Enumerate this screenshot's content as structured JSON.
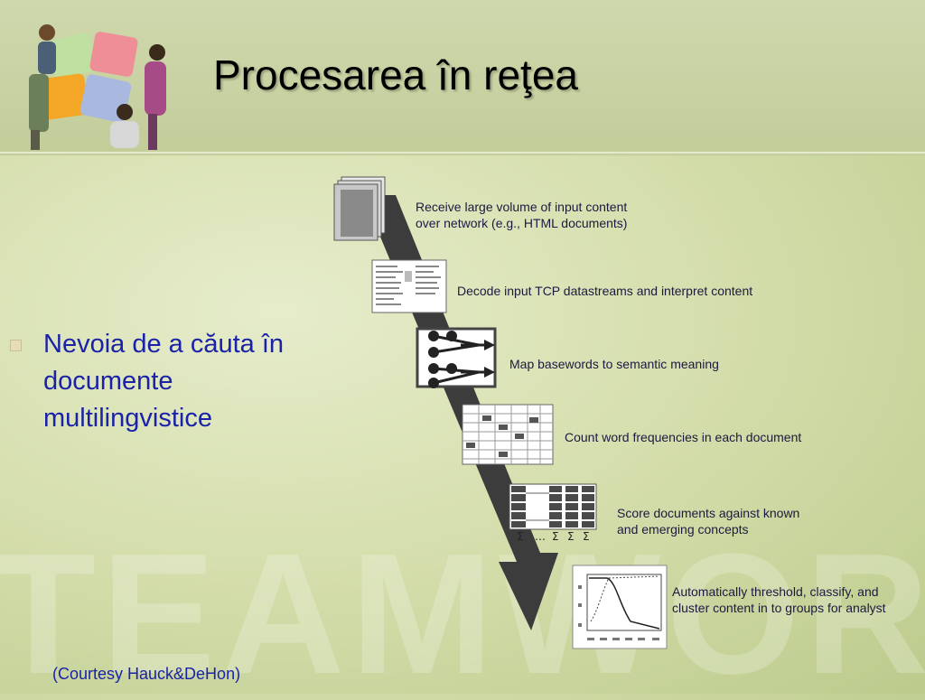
{
  "slide": {
    "title": "Procesarea în reţea",
    "bullet": "Nevoia de a căuta în documente multilingvistice",
    "courtesy": "(Courtesy Hauck&DeHon)",
    "watermark": "TEAMWORK"
  },
  "pipeline": {
    "steps": [
      {
        "line1": "Receive large volume of input content",
        "line2": "over network (e.g., HTML documents)"
      },
      {
        "line1": "Decode input TCP datastreams and interpret content",
        "line2": ""
      },
      {
        "line1": "Map basewords to semantic meaning",
        "line2": ""
      },
      {
        "line1": "Count word frequencies in each document",
        "line2": ""
      },
      {
        "line1": "Score documents against known",
        "line2": "and emerging concepts"
      },
      {
        "line1": "Automatically threshold, classify, and",
        "line2": "cluster content in to groups for analyst"
      }
    ],
    "sigma_labels": [
      "Σ",
      "…",
      "Σ",
      "Σ",
      "Σ"
    ]
  },
  "colors": {
    "title": "#000000",
    "bullet_text": "#1a22a8",
    "arrow": "#3c3c3c"
  },
  "icons": [
    "teamwork-puzzle-icon",
    "document-stack-icon",
    "decoder-icon",
    "mapping-network-icon",
    "frequency-table-icon",
    "scoring-columns-icon",
    "threshold-curve-icon"
  ]
}
